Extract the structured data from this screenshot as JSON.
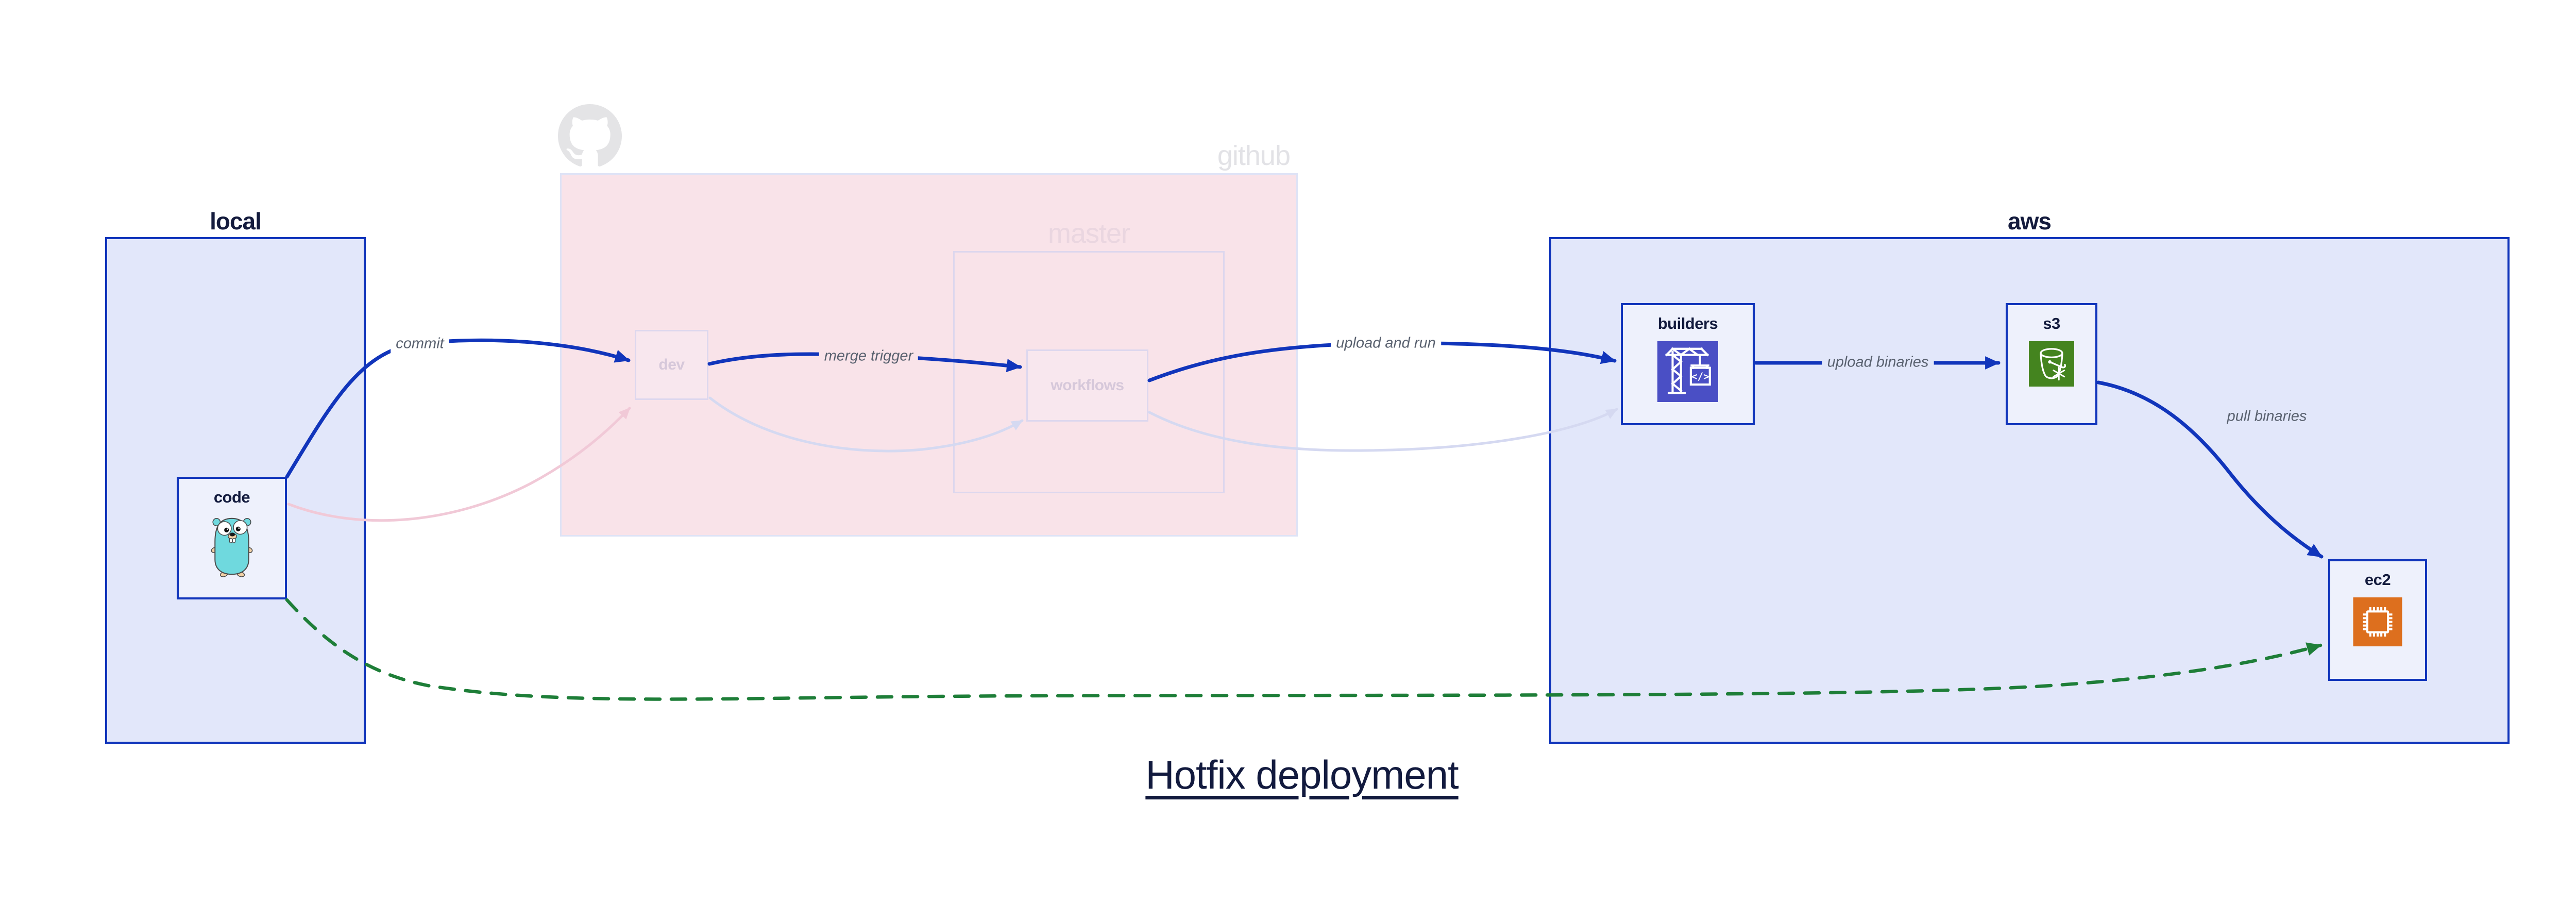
{
  "diagram_title": "Hotfix deployment",
  "containers": {
    "local": {
      "label": "local"
    },
    "github": {
      "label": "github"
    },
    "master": {
      "label": "master"
    },
    "aws": {
      "label": "aws"
    }
  },
  "nodes": {
    "code": {
      "label": "code",
      "icon": "go-gopher-icon"
    },
    "dev": {
      "label": "dev"
    },
    "workflows": {
      "label": "workflows"
    },
    "builders": {
      "label": "builders",
      "icon": "codebuild-crane-icon",
      "icon_text": "</>"
    },
    "s3": {
      "label": "s3",
      "icon": "s3-glacier-bucket-icon"
    },
    "ec2": {
      "label": "ec2",
      "icon": "ec2-chip-icon"
    }
  },
  "edges": {
    "commit": {
      "label": "commit",
      "style": "solid-blue",
      "from": "code",
      "to": "dev"
    },
    "merge_trigger": {
      "label": "merge trigger",
      "style": "solid-blue",
      "from": "dev",
      "to": "workflows"
    },
    "upload_and_run": {
      "label": "upload and run",
      "style": "solid-blue",
      "from": "workflows",
      "to": "builders"
    },
    "upload_binaries": {
      "label": "upload binaries",
      "style": "solid-blue",
      "from": "builders",
      "to": "s3"
    },
    "pull_binaries": {
      "label": "pull binaries",
      "style": "solid-blue",
      "from": "s3",
      "to": "ec2"
    },
    "hotfix_direct": {
      "label": "",
      "style": "dashed-green",
      "from": "code",
      "to": "ec2"
    },
    "faded_code_to_dev": {
      "label": "",
      "style": "faded-pink",
      "from": "code",
      "to": "dev"
    },
    "faded_dev_to_workflows": {
      "label": "",
      "style": "faded-lavender",
      "from": "dev",
      "to": "workflows"
    },
    "faded_workflows_to_builders": {
      "label": "",
      "style": "faded-lavender",
      "from": "workflows",
      "to": "builders"
    }
  },
  "colors": {
    "accent_blue": "#1135bb",
    "accent_green": "#1e7e38",
    "container_fill": "#e2e7fa",
    "node_fill": "#eef1fc",
    "github_fill": "#f9e3e9",
    "codebuild_purple": "#4a4fc5",
    "s3_green": "#44841f",
    "ec2_orange": "#dd6f1e",
    "gopher_teal": "#6fd9de"
  }
}
